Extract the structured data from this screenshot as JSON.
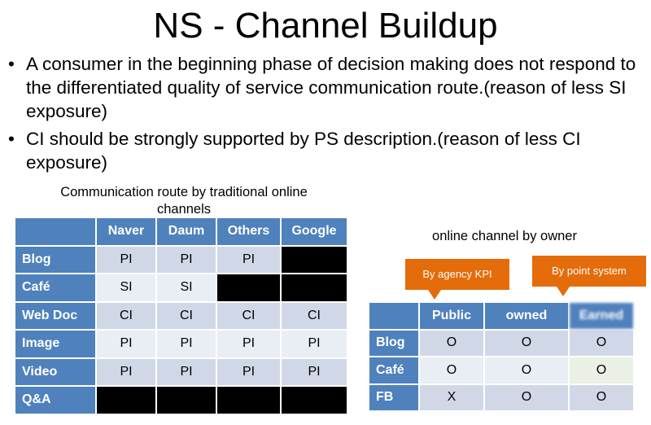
{
  "title": "NS - Channel Buildup",
  "bullets": [
    "A consumer in the beginning phase of decision making does not respond to the differentiated quality of service communication route.(reason of less SI exposure)",
    "CI should be strongly supported by PS description.(reason of less CI exposure)"
  ],
  "table1": {
    "caption": "Communication route by  traditional online channels",
    "headers": [
      "Naver",
      "Daum",
      "Others",
      "Google"
    ],
    "rows": [
      {
        "label": "Blog",
        "cells": [
          "PI",
          "PI",
          "PI",
          ""
        ]
      },
      {
        "label": "Café",
        "cells": [
          "SI",
          "SI",
          "",
          ""
        ]
      },
      {
        "label": "Web Doc",
        "cells": [
          "CI",
          "CI",
          "CI",
          "CI"
        ]
      },
      {
        "label": "Image",
        "cells": [
          "PI",
          "PI",
          "PI",
          "PI"
        ]
      },
      {
        "label": "Video",
        "cells": [
          "PI",
          "PI",
          "PI",
          "PI"
        ]
      },
      {
        "label": "Q&A",
        "cells": [
          "",
          "",
          "",
          ""
        ]
      }
    ]
  },
  "table2": {
    "caption": "online channel by owner",
    "headers": [
      "Public",
      "owned",
      "Earned"
    ],
    "rows": [
      {
        "label": "Blog",
        "cells": [
          "O",
          "O",
          "O"
        ]
      },
      {
        "label": "Café",
        "cells": [
          "O",
          "O",
          "O"
        ]
      },
      {
        "label": "FB",
        "cells": [
          "X",
          "O",
          "O"
        ]
      }
    ]
  },
  "callouts": {
    "agency": "By agency KPI",
    "point": "By point system"
  },
  "colors": {
    "header_blue": "#4f81bd",
    "cell_dark": "#d0d8e8",
    "cell_light": "#e9edf4",
    "callout_orange": "#e46c0a",
    "redacted": "#000000"
  }
}
